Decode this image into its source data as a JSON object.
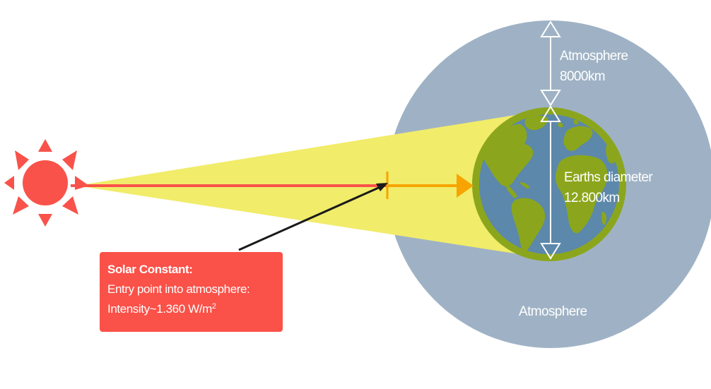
{
  "colors": {
    "atmosphere": "#9fb2c5",
    "beam": "#f1ec6a",
    "sun": "#f9524a",
    "ray": "#f9524a",
    "entry_arrow": "#f7a400",
    "ocean": "#5c88ab",
    "land": "#8ba61c",
    "callout_box": "#fa5148",
    "pointer": "#1a1a1a",
    "measure_line": "#ffffff"
  },
  "icons": {
    "sun": "sun-icon",
    "earth": "earth-globe-icon"
  },
  "labels": {
    "atmosphere_thickness_title": "Atmosphere",
    "atmosphere_thickness_value": "8000km",
    "earth_diameter_title": "Earths diameter",
    "earth_diameter_value": "12.800km",
    "atmosphere_region": "Atmosphere"
  },
  "solar_constant_box": {
    "title": "Solar Constant:",
    "line1": "Entry point into atmosphere:",
    "line2_prefix": "Intensity~1.360 W/m",
    "line2_superscript": "2"
  }
}
